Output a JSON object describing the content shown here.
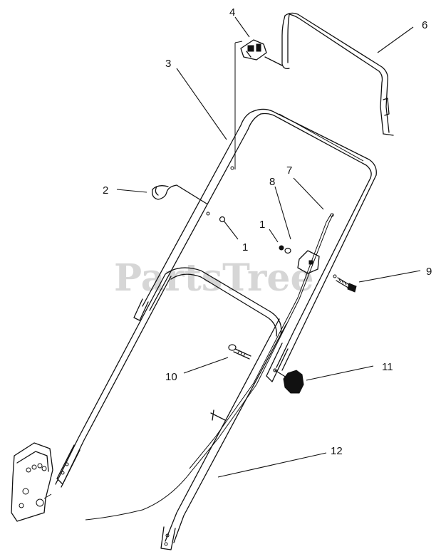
{
  "watermark": "PartsTree",
  "callouts": [
    {
      "id": "c1a",
      "text": "1"
    },
    {
      "id": "c1b",
      "text": "1"
    },
    {
      "id": "c2",
      "text": "2"
    },
    {
      "id": "c3",
      "text": "3"
    },
    {
      "id": "c4",
      "text": "4"
    },
    {
      "id": "c6",
      "text": "6"
    },
    {
      "id": "c7",
      "text": "7"
    },
    {
      "id": "c8",
      "text": "8"
    },
    {
      "id": "c9",
      "text": "9"
    },
    {
      "id": "c10",
      "text": "10"
    },
    {
      "id": "c11",
      "text": "11"
    },
    {
      "id": "c12",
      "text": "12"
    }
  ]
}
